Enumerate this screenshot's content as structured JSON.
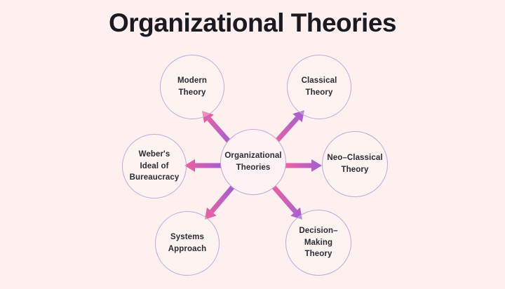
{
  "title": "Organizational Theories",
  "diagram": {
    "center": {
      "id": "organizational-theories",
      "label": "Organizational\nTheories"
    },
    "nodes": [
      {
        "id": "modern-theory",
        "label": "Modern\nTheory"
      },
      {
        "id": "classical-theory",
        "label": "Classical\nTheory"
      },
      {
        "id": "webers-ideal-of-bureaucracy",
        "label": "Weber's\nIdeal of\nBureaucracy"
      },
      {
        "id": "neo-classical-theory",
        "label": "Neo–Classical\nTheory"
      },
      {
        "id": "systems-approach",
        "label": "Systems\nApproach"
      },
      {
        "id": "decision-making-theory",
        "label": "Decision–\nMaking\nTheory"
      }
    ],
    "colors": {
      "background": "#fdf0ee",
      "center_fill": "#fdf3f4",
      "circle_border": "#c7a4d8",
      "arrow_purple": "#a05fd5",
      "arrow_pink": "#f0609d",
      "title_text": "#1b1a22",
      "node_text": "#2c2b34"
    }
  }
}
